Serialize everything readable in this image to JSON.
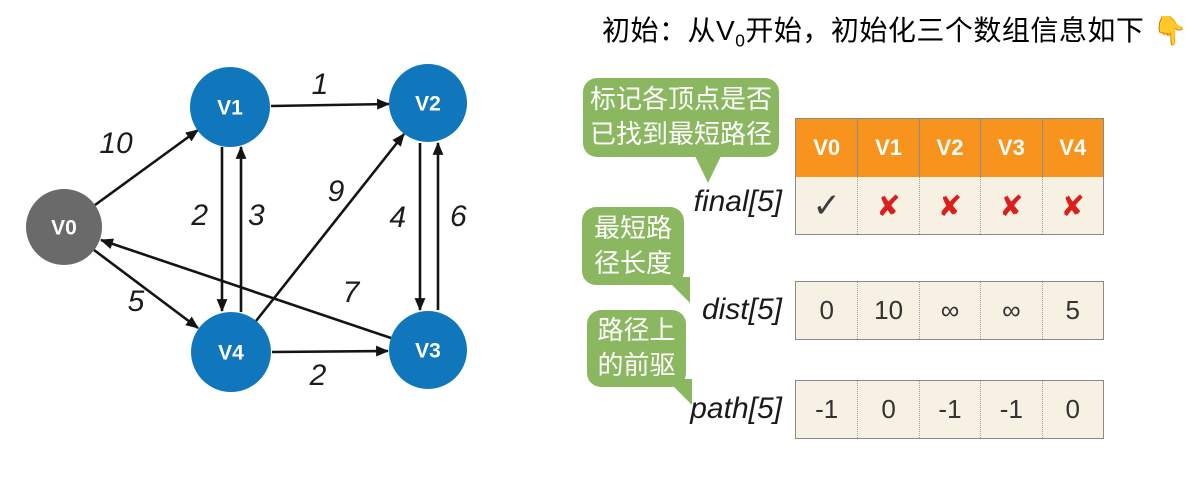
{
  "title": {
    "prefix": "初始：从V",
    "subscript": "0",
    "suffix": "开始，初始化三个数组信息如下 ",
    "emoji": "👇"
  },
  "graph": {
    "nodes": [
      {
        "id": "V0",
        "label": "V0",
        "color": "#6a6a6a"
      },
      {
        "id": "V1",
        "label": "V1",
        "color": "#1177bd"
      },
      {
        "id": "V2",
        "label": "V2",
        "color": "#1177bd"
      },
      {
        "id": "V3",
        "label": "V3",
        "color": "#1177bd"
      },
      {
        "id": "V4",
        "label": "V4",
        "color": "#1177bd"
      }
    ],
    "edges": [
      {
        "from": "V0",
        "to": "V1",
        "weight": "10"
      },
      {
        "from": "V1",
        "to": "V2",
        "weight": "1"
      },
      {
        "from": "V1",
        "to": "V4",
        "weight": "2"
      },
      {
        "from": "V4",
        "to": "V1",
        "weight": "3"
      },
      {
        "from": "V4",
        "to": "V2",
        "weight": "9"
      },
      {
        "from": "V2",
        "to": "V3",
        "weight": "4"
      },
      {
        "from": "V3",
        "to": "V2",
        "weight": "6"
      },
      {
        "from": "V3",
        "to": "V0",
        "weight": "7"
      },
      {
        "from": "V0",
        "to": "V4",
        "weight": "5"
      },
      {
        "from": "V4",
        "to": "V3",
        "weight": "2"
      }
    ]
  },
  "bubbles": [
    {
      "lines": [
        "标记各顶点是否",
        "已找到最短路径"
      ]
    },
    {
      "lines": [
        "最短路",
        "径长度"
      ]
    },
    {
      "lines": [
        "路径上",
        "的前驱"
      ]
    }
  ],
  "tables": {
    "header": {
      "columns": [
        "V0",
        "V1",
        "V2",
        "V3",
        "V4"
      ]
    },
    "final": {
      "label": "final[5]",
      "values": [
        "✓",
        "✘",
        "✘",
        "✘",
        "✘"
      ]
    },
    "dist": {
      "label": "dist[5]",
      "values": [
        "0",
        "10",
        "∞",
        "∞",
        "5"
      ]
    },
    "path": {
      "label": "path[5]",
      "values": [
        "-1",
        "0",
        "-1",
        "-1",
        "0"
      ]
    }
  },
  "colors": {
    "node_blue": "#1177bd",
    "node_gray": "#6a6a6a",
    "header_orange": "#f8941d",
    "cell_cream": "#f6f1e2",
    "bubble_green": "#8cb761",
    "cross_red": "#da1f1c",
    "check_dark": "#3e3e3e"
  }
}
